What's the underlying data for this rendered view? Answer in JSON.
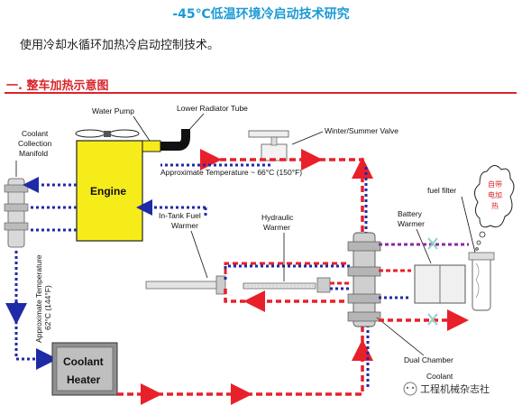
{
  "header": {
    "title": "-45℃低温环境冷启动技术研究",
    "subtitle": "使用冷却水循环加热冷启动控制技术。",
    "section": "一. 整车加热示意图"
  },
  "diagram": {
    "labels": {
      "water_pump": "Water Pump",
      "lower_radiator_tube": "Lower Radiator Tube",
      "winter_summer_valve": "Winter/Summer Valve",
      "approx_temp_top": "Approximate Temperature ~ 66°C (150°F)",
      "coolant_manifold_1": "Coolant",
      "coolant_manifold_2": "Collection",
      "coolant_manifold_3": "Manifold",
      "engine": "Engine",
      "in_tank_1": "In-Tank Fuel",
      "in_tank_2": "Warmer",
      "hydraulic_1": "Hydraulic",
      "hydraulic_2": "Warmer",
      "fuel_filter": "fuel filter",
      "battery_1": "Battery",
      "battery_2": "Warmer",
      "approx_temp_side_1": "Approximate Temperature",
      "approx_temp_side_2": "62°C (144°F)",
      "coolant_heater_1": "Coolant",
      "coolant_heater_2": "Heater",
      "dual_chamber": "Dual Chamber",
      "coolant_bottom": "Coolant",
      "bubble_cn_1": "自带",
      "bubble_cn_2": "电加",
      "bubble_cn_3": "热"
    },
    "watermark": "工程机械杂志社",
    "colors": {
      "hot": "#e8202a",
      "cold": "#1f2aa6",
      "engine": "#f6ec1a",
      "header_blue": "#1a9ad6",
      "header_red": "#d9252a"
    }
  }
}
